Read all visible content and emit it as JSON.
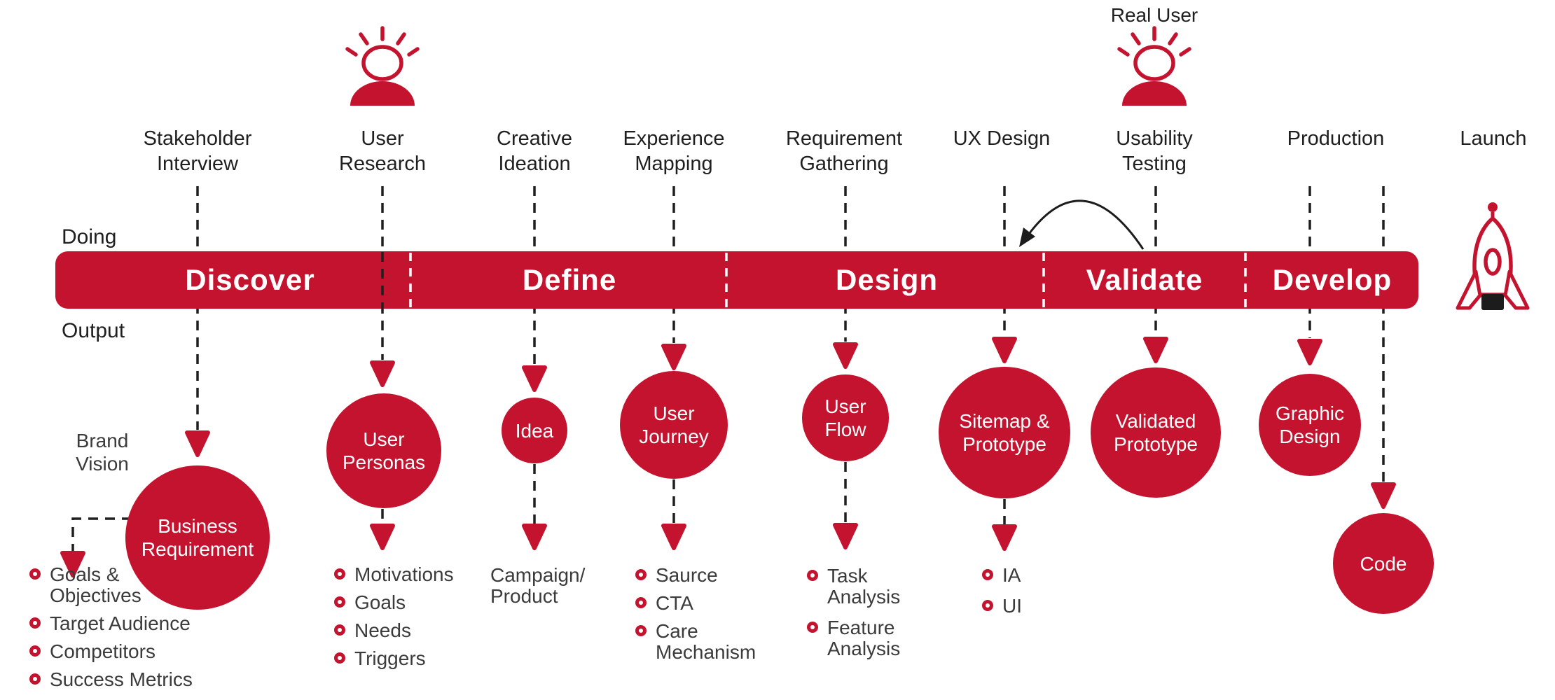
{
  "colors": {
    "accent_red": "#C4132E",
    "ink": "#1f1f1f",
    "muted_text": "#3b3b3b",
    "banner_text": "#ffffff",
    "rocket_nozzle": "#1c1c1c"
  },
  "real_user_label": "Real User",
  "side_labels": {
    "doing": "Doing",
    "output": "Output"
  },
  "brand_vision": "Brand\nVision",
  "phases": [
    "Discover",
    "Define",
    "Design",
    "Validate",
    "Develop"
  ],
  "activities": [
    "Stakeholder\nInterview",
    "User\nResearch",
    "Creative\nIdeation",
    "Experience\nMapping",
    "Requirement\nGathering",
    "UX Design",
    "Usability\nTesting",
    "Production",
    "Launch"
  ],
  "outputs": {
    "business_requirement": "Business\nRequirement",
    "user_personas": "User\nPersonas",
    "idea": "Idea",
    "user_journey": "User\nJourney",
    "user_flow": "User\nFlow",
    "sitemap_prototype": "Sitemap &\nPrototype",
    "validated_prototype": "Validated\nPrototype",
    "graphic_design": "Graphic\nDesign",
    "code": "Code"
  },
  "notes": {
    "campaign_product": "Campaign/\nProduct"
  },
  "bullets": {
    "business_requirement": [
      "Goals &\nObjectives",
      "Target Audience",
      "Competitors",
      "Success Metrics"
    ],
    "user_personas": [
      "Motivations",
      "Goals",
      "Needs",
      "Triggers"
    ],
    "user_journey": [
      "Saurce",
      "CTA",
      "Care\nMechanism"
    ],
    "user_flow": [
      "Task\nAnalysis",
      "Feature\nAnalysis"
    ],
    "sitemap_prototype": [
      "IA",
      "UI"
    ]
  },
  "icons": {
    "person": "person-with-idea-rays",
    "rocket": "launch-rocket",
    "iteration_arrow": "validate-to-uxdesign-loop"
  }
}
